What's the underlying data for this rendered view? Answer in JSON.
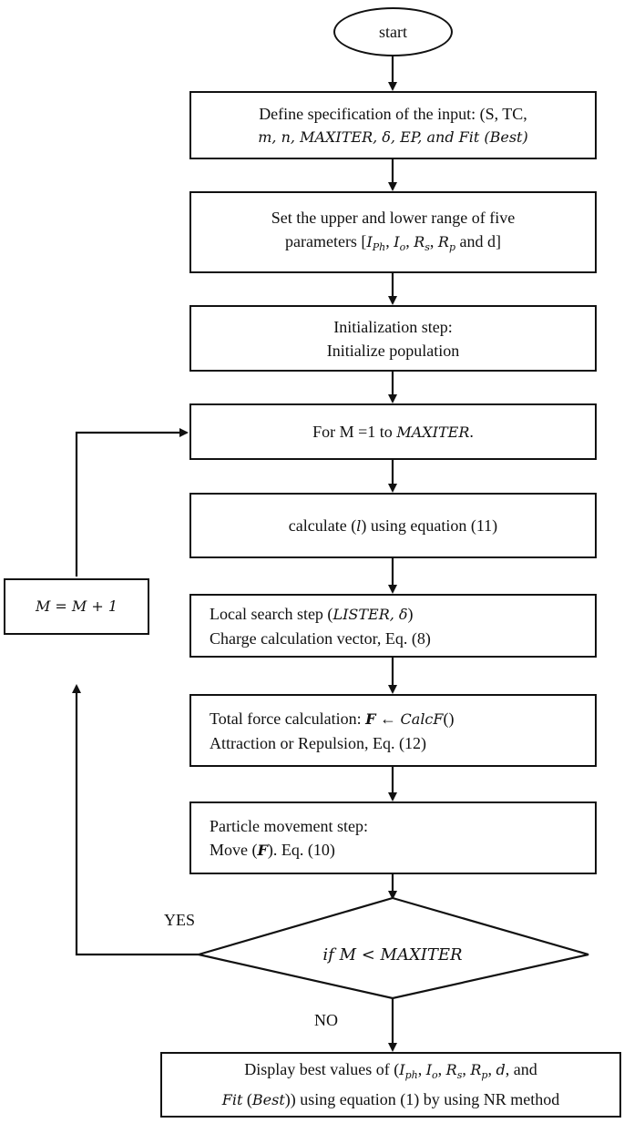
{
  "start": "start",
  "box1": {
    "line1": "Define specification of the input: (S, TC,",
    "line2": "m, n, MAXITER, δ, EP, and Fit (Best)"
  },
  "box2": {
    "line1": "Set the upper and lower range of five",
    "line2_a": "parameters [",
    "I": "I",
    "Ph": "Ph",
    "o": "o",
    "R": "R",
    "s": "s",
    "p": "p",
    "and_d": "and d",
    "close": "]"
  },
  "box3": {
    "line1": "Initialization step:",
    "line2": "Initialize population"
  },
  "box4": {
    "prefix": "For M =1 to ",
    "maxiter": "MAXITER",
    "suffix": "."
  },
  "box5": {
    "prefix": "calculate  (",
    "l": "l",
    "suffix": ") using equation (11)"
  },
  "box6": {
    "prefix": "Local search step (",
    "math": "LISTER, δ",
    "suffix": ")",
    "line2": "Charge calculation vector, Eq. (8)"
  },
  "box7": {
    "prefix": "Total force calculation: ",
    "F": "F",
    "arrow": " ← ",
    "calc": "CalcF",
    "paren": "()",
    "line2": "Attraction or Repulsion, Eq. (12)"
  },
  "box8": {
    "line1": "Particle movement step:",
    "prefix": "Move (",
    "F": "F",
    "suffix": "). Eq. (10)"
  },
  "decision": "if M <  MAXITER",
  "loop_box": "M = M + 1",
  "yes": "YES",
  "no": "NO",
  "final": {
    "prefix": "Display best values of (",
    "I": "I",
    "ph": "ph",
    "o": "o",
    "R": "R",
    "s": "s",
    "p": "p",
    "d": "d",
    "and": "and",
    "fit": "Fit",
    "best": "Best",
    "suffix": " using equation (1) by using NR method"
  }
}
